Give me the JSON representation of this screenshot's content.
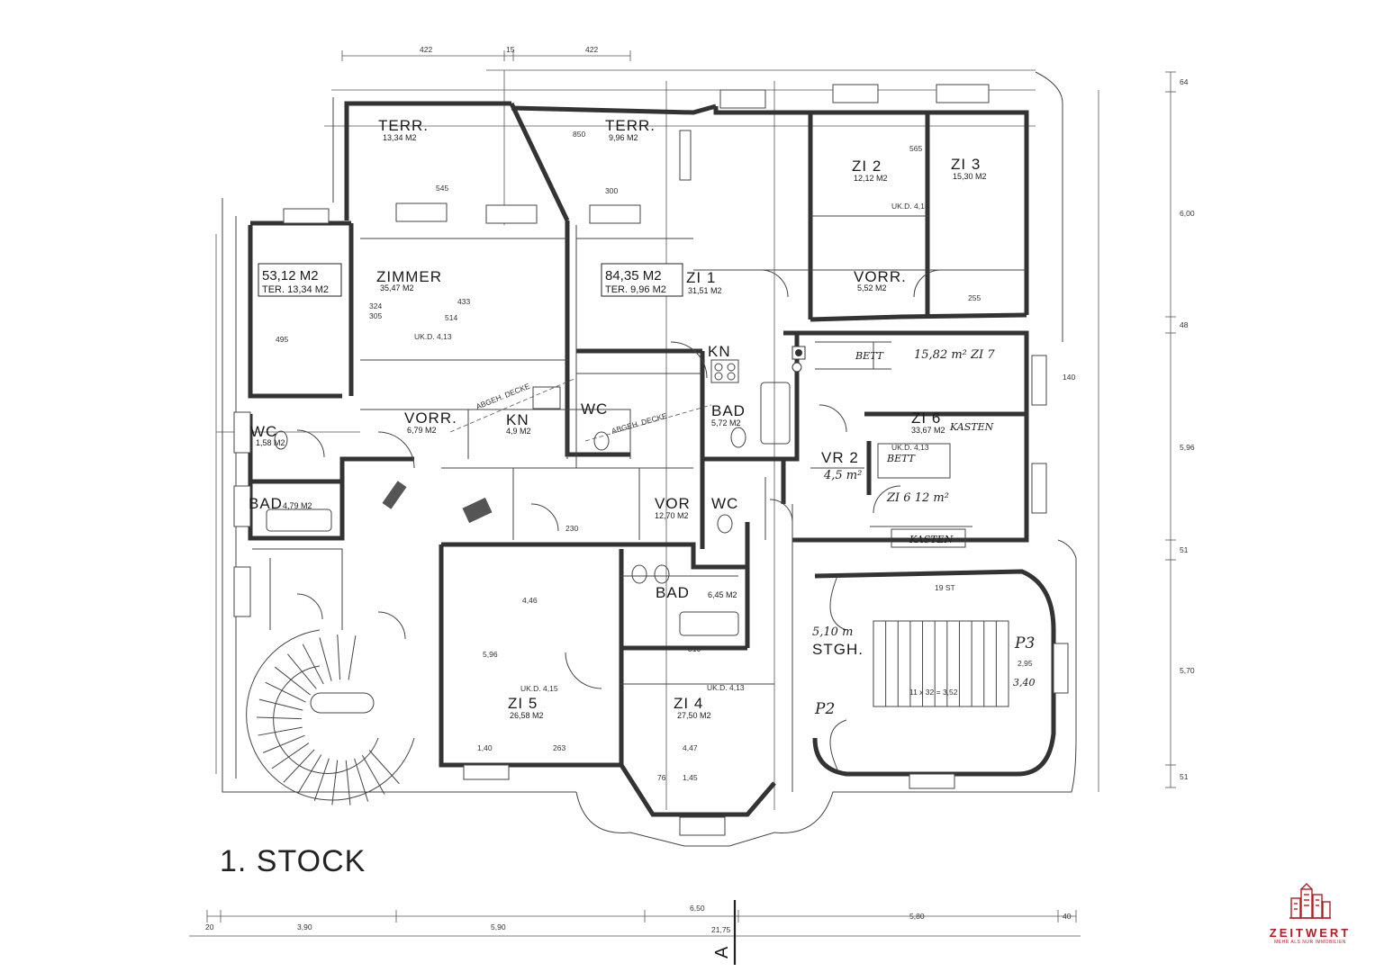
{
  "title": "1. STOCK",
  "section_mark": "A",
  "rooms": [
    {
      "id": "terr-left",
      "name": "TERR.",
      "area": "13,34 M2"
    },
    {
      "id": "terr-mid",
      "name": "TERR.",
      "area": "9,96 M2"
    },
    {
      "id": "zimmer",
      "name": "ZIMMER",
      "area": "35,47 M2",
      "note": "UK.D. 4,13"
    },
    {
      "id": "zi1",
      "name": "ZI 1",
      "area": "31,51 M2"
    },
    {
      "id": "zi2",
      "name": "ZI 2",
      "area": "12,12 M2",
      "note": "UK.D. 4,15"
    },
    {
      "id": "zi3",
      "name": "ZI 3",
      "area": "15,30 M2"
    },
    {
      "id": "vorr-top",
      "name": "VORR.",
      "area": "5,52 M2"
    },
    {
      "id": "kn-top",
      "name": "KN",
      "area": ""
    },
    {
      "id": "bad-top",
      "name": "BAD",
      "area": "5,72 M2"
    },
    {
      "id": "wc-mid",
      "name": "WC",
      "area": ""
    },
    {
      "id": "kn-mid",
      "name": "KN",
      "area": "4,9 M2"
    },
    {
      "id": "vorr-mid",
      "name": "VORR.",
      "area": "6,79 M2"
    },
    {
      "id": "wc-left",
      "name": "WC",
      "area": "1,58 M2"
    },
    {
      "id": "bad-left",
      "name": "BAD",
      "area": "4,79 M2"
    },
    {
      "id": "vor",
      "name": "VOR",
      "area": "12,70 M2"
    },
    {
      "id": "wc-right",
      "name": "WC",
      "area": ""
    },
    {
      "id": "bad-low",
      "name": "BAD",
      "area": "6,45 M2"
    },
    {
      "id": "zi5",
      "name": "ZI 5",
      "area": "26,58 M2",
      "note": "UK.D. 4,15"
    },
    {
      "id": "zi4",
      "name": "ZI 4",
      "area": "27,50 M2",
      "note": "UK.D. 4,13"
    },
    {
      "id": "zi6",
      "name": "ZI 6",
      "area": "33,67 M2",
      "note": "UK.D. 4,13"
    },
    {
      "id": "vr2",
      "name": "VR 2",
      "area": ""
    },
    {
      "id": "stgh",
      "name": "STGH.",
      "area": ""
    }
  ],
  "unit_boxes": [
    {
      "id": "unit-left",
      "total": "53,12 M2",
      "terrace": "TER. 13,34 M2"
    },
    {
      "id": "unit-mid",
      "total": "84,35 M2",
      "terrace": "TER. 9,96 M2"
    }
  ],
  "handwritten": {
    "zi7": "15,82 m² ZI 7",
    "zi6b": "ZI 6 12 m²",
    "kasten_top": "KASTEN",
    "kasten_low": "KASTEN",
    "bett_top": "BETT",
    "bett_mid": "BETT",
    "vr2_area": "4,5 m²",
    "stgh_area": "5,10 m",
    "p2": "P2",
    "p3": "P3",
    "p3_height": "3,40",
    "abgeh_decke_1": "ABGEH. DECKE",
    "abgeh_decke_2": "ABGEH. DECKE"
  },
  "dimensions": {
    "top": [
      "422",
      "15",
      "422"
    ],
    "bottom": [
      "20",
      "3,90",
      "5,90",
      "6,50",
      "5,80",
      "40"
    ],
    "total": "21,75",
    "right": [
      "64",
      "6,00",
      "48",
      "5,96",
      "51",
      "5,70",
      "51"
    ],
    "inner": [
      "545",
      "300",
      "850",
      "565",
      "514",
      "433",
      "495",
      "324",
      "305",
      "4,46",
      "5,96",
      "4,47",
      "1,45",
      "230",
      "255",
      "310",
      "19 ST",
      "11 x 32 = 3,52",
      "140",
      "1,40",
      "263",
      "76",
      "2,95"
    ]
  },
  "logo": {
    "name": "ZEITWERT",
    "tagline": "MEHR ALS NUR IMMOBILIEN"
  }
}
